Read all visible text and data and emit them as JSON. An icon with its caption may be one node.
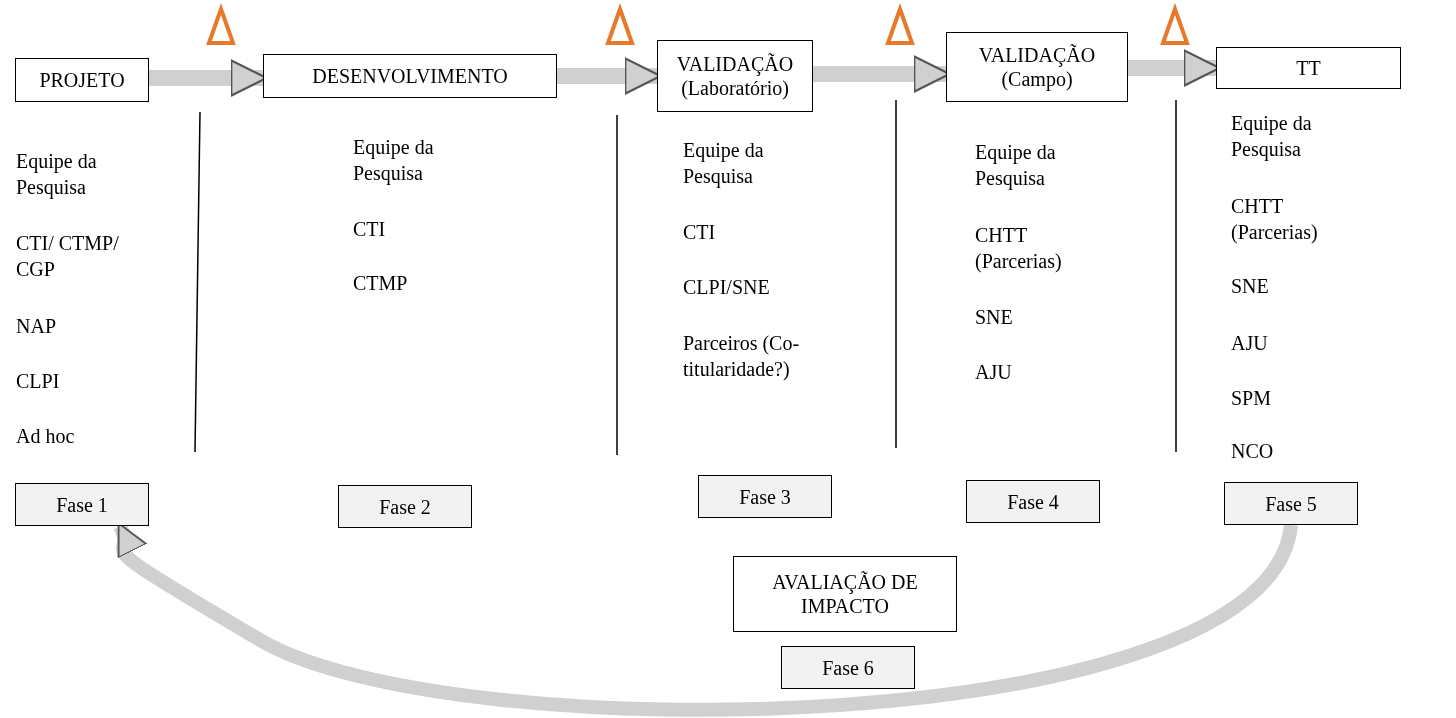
{
  "diagram": {
    "nodes": [
      {
        "text": [
          "PROJETO"
        ]
      },
      {
        "text": [
          "DESENVOLVIMENTO"
        ]
      },
      {
        "text": [
          "VALIDAÇÃO (Laboratório)"
        ]
      },
      {
        "text": [
          "VALIDAÇÃO (Campo)"
        ]
      },
      {
        "text": [
          "TT"
        ]
      },
      {
        "text": [
          "Fase 1"
        ]
      },
      {
        "text": [
          "Fase 2"
        ]
      },
      {
        "text": [
          "Fase 3"
        ]
      },
      {
        "text": [
          "Fase 4"
        ]
      },
      {
        "text": [
          "Fase 5"
        ]
      },
      {
        "text": [
          "AVALIAÇÃO DE IMPACTO"
        ]
      },
      {
        "text": [
          "Fase 6"
        ]
      }
    ],
    "edges": [
      {
        "from": 0,
        "to": 1,
        "arrow": "to"
      },
      {
        "from": 1,
        "to": 2,
        "arrow": "to"
      },
      {
        "from": 2,
        "to": 3,
        "arrow": "to"
      },
      {
        "from": 3,
        "to": 4,
        "arrow": "to"
      },
      {
        "from": 9,
        "to": 5,
        "arrow": "to"
      }
    ],
    "labels": [
      "Equipe da Pesquisa",
      "CTI/ CTMP/ CGP",
      "NAP",
      "CLPI",
      "Ad hoc",
      "Equipe da Pesquisa",
      "CTI",
      "CTMP",
      "Equipe da Pesquisa",
      "CTI",
      "CLPI/SNE",
      "Parceiros (Co-titularidade?)",
      "Equipe da Pesquisa",
      "CHTT (Parcerias)",
      "SNE",
      "AJU",
      "Equipe da Pesquisa",
      "CHTT (Parcerias)",
      "SNE",
      "AJU",
      "SPM",
      "NCO"
    ]
  }
}
